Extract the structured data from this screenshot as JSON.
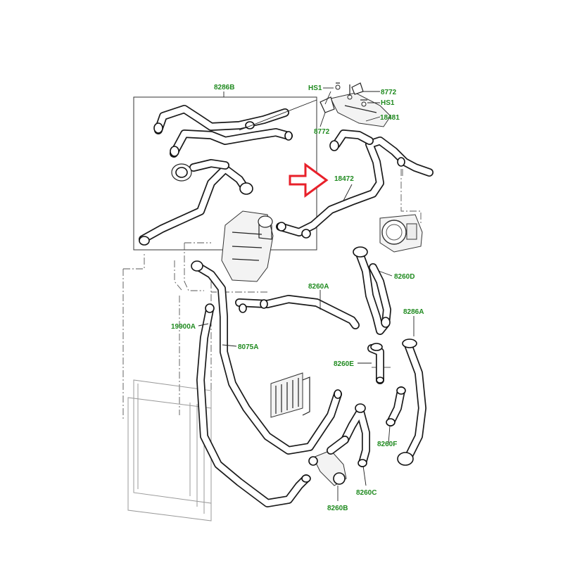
{
  "labels": {
    "l8286B": "8286B",
    "lHS1a": "HS1",
    "l8772a": "8772",
    "lHS1b": "HS1",
    "l8772b": "8772",
    "l18481": "18481",
    "l18472": "18472",
    "l8260A": "8260A",
    "l8260D": "8260D",
    "l8286A": "8286A",
    "l19900A": "19900A",
    "l8075A": "8075A",
    "l8260E": "8260E",
    "l8260F": "8260F",
    "l8260C": "8260C",
    "l8260B": "8260B"
  },
  "colors": {
    "label": "#1f8a1f",
    "arrow": "#e8202a",
    "line": "#1a1a1a"
  },
  "icons": {
    "highlight": "arrow-right-icon"
  }
}
